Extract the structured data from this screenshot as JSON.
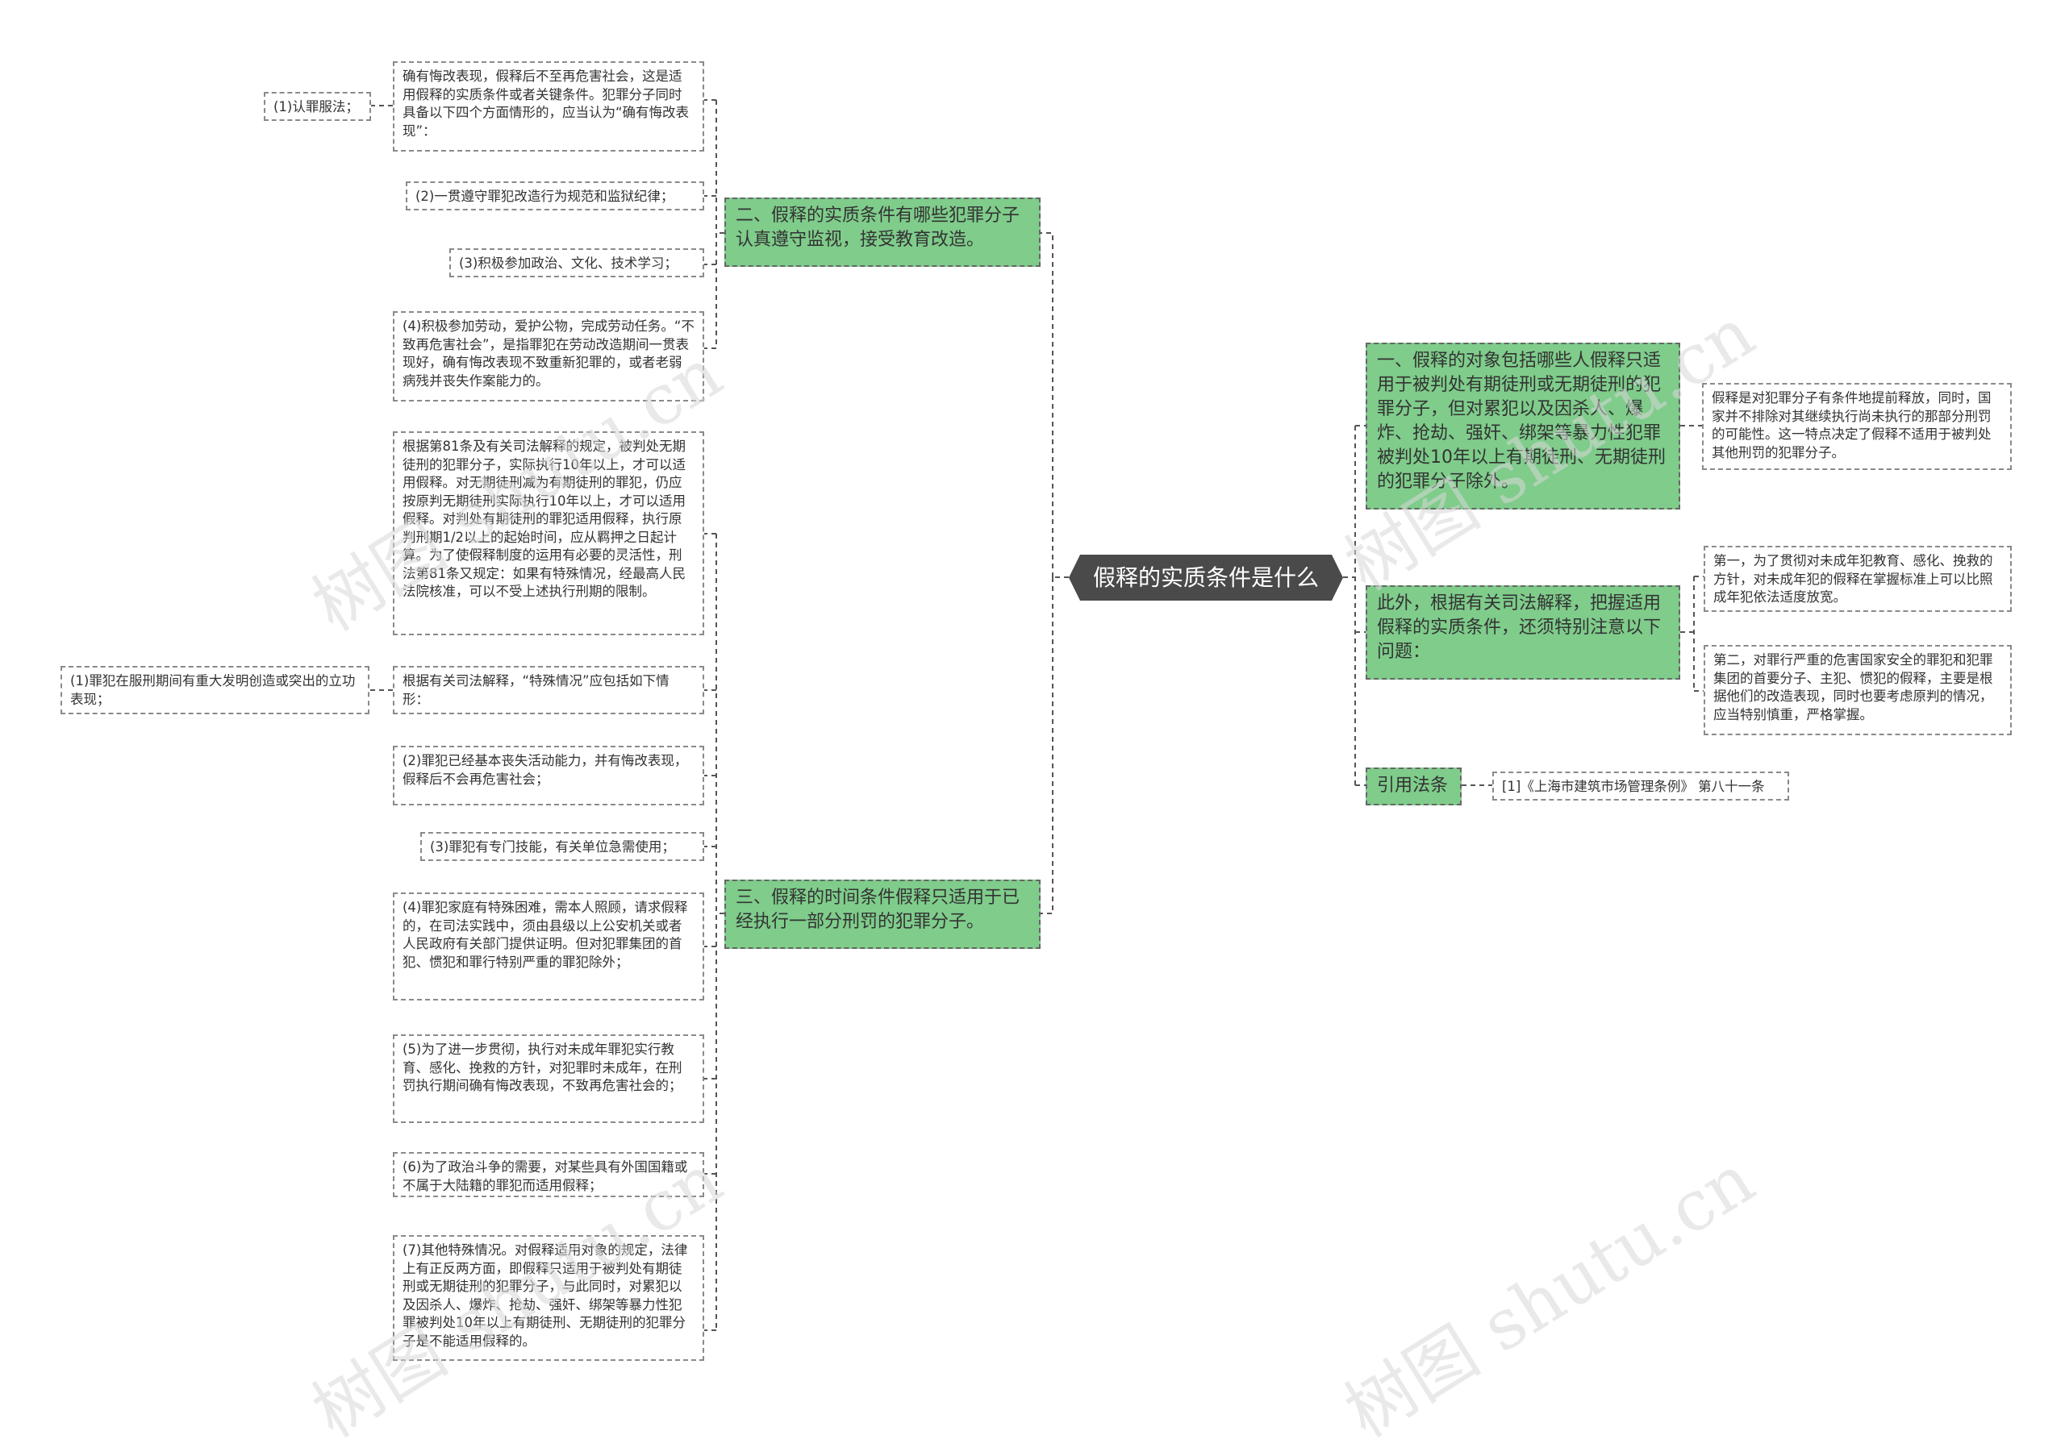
{
  "root": {
    "label": "假释的实质条件是什么"
  },
  "left": {
    "branch2": {
      "label": "二、假释的实质条件有哪些犯罪分子认真遵守监视，接受教育改造。",
      "intro": "确有悔改表现，假释后不至再危害社会，这是适用假释的实质条件或者关键条件。犯罪分子同时具备以下四个方面情形的，应当认为“确有悔改表现”：",
      "intro_child": "(1)认罪服法；",
      "items": [
        "(2)一贯遵守罪犯改造行为规范和监狱纪律；",
        "(3)积极参加政治、文化、技术学习；",
        "(4)积极参加劳动，爱护公物，完成劳动任务。“不致再危害社会”，是指罪犯在劳动改造期间一贯表现好，确有悔改表现不致重新犯罪的，或者老弱病残并丧失作案能力的。"
      ]
    },
    "branch3": {
      "label": "三、假释的时间条件假释只适用于已经执行一部分刑罚的犯罪分子。",
      "law": "根据第81条及有关司法解释的规定，被判处无期徒刑的犯罪分子，实际执行10年以上，才可以适用假释。对无期徒刑减为有期徒刑的罪犯，仍应按原判无期徒刑实际执行10年以上，才可以适用假释。对判处有期徒刑的罪犯适用假释，执行原判刑期1/2以上的起始时间，应从羁押之日起计算。为了使假释制度的运用有必要的灵活性，刑法第81条又规定：如果有特殊情况，经最高人民法院核准，可以不受上述执行刑期的限制。",
      "special": "根据有关司法解释，“特殊情况”应包括如下情形：",
      "special_child": "(1)罪犯在服刑期间有重大发明创造或突出的立功表现；",
      "items": [
        "(2)罪犯已经基本丧失活动能力，并有悔改表现，假释后不会再危害社会；",
        "(3)罪犯有专门技能，有关单位急需使用；",
        "(4)罪犯家庭有特殊困难，需本人照顾，请求假释的，在司法实践中，须由县级以上公安机关或者人民政府有关部门提供证明。但对犯罪集团的首犯、惯犯和罪行特别严重的罪犯除外；",
        "(5)为了进一步贯彻，执行对未成年罪犯实行教育、感化、挽救的方针，对犯罪时未成年，在刑罚执行期间确有悔改表现，不致再危害社会的；",
        "(6)为了政治斗争的需要，对某些具有外国国籍或不属于大陆籍的罪犯而适用假释；",
        "(7)其他特殊情况。对假释适用对象的规定，法律上有正反两方面，即假释只适用于被判处有期徒刑或无期徒刑的犯罪分子，与此同时，对累犯以及因杀人、爆炸、抢劫、强奸、绑架等暴力性犯罪被判处10年以上有期徒刑、无期徒刑的犯罪分子是不能适用假释的。"
      ]
    }
  },
  "right": {
    "branch1": {
      "label": "一、假释的对象包括哪些人假释只适用于被判处有期徒刑或无期徒刑的犯罪分子，但对累犯以及因杀人、爆炸、抢劫、强奸、绑架等暴力性犯罪被判处10年以上有期徒刑、无期徒刑的犯罪分子除外。",
      "child": "假释是对犯罪分子有条件地提前释放，同时，国家并不排除对其继续执行尚未执行的那部分刑罚的可能性。这一特点决定了假释不适用于被判处其他刑罚的犯罪分子。"
    },
    "branch_extra": {
      "label": "此外，根据有关司法解释，把握适用假释的实质条件，还须特别注意以下问题：",
      "items": [
        "第一，为了贯彻对未成年犯教育、感化、挽救的方针，对未成年犯的假释在掌握标准上可以比照成年犯依法适度放宽。",
        "第二，对罪行严重的危害国家安全的罪犯和犯罪集团的首要分子、主犯、惯犯的假释，主要是根据他们的改造表现，同时也要考虑原判的情况，应当特别慎重，严格掌握。"
      ]
    },
    "citation": {
      "label": "引用法条",
      "child": "[1]《上海市建筑市场管理条例》 第八十一条"
    }
  },
  "watermarks": [
    "树图 shutu.cn",
    "树图 shutu.cn",
    "树图 shutu.cn",
    "树图 shutu.cn"
  ],
  "colors": {
    "topic": "#7fcc8b",
    "root": "#4a4a4a",
    "line": "#555555",
    "leaf_border": "#8a8a8a"
  }
}
